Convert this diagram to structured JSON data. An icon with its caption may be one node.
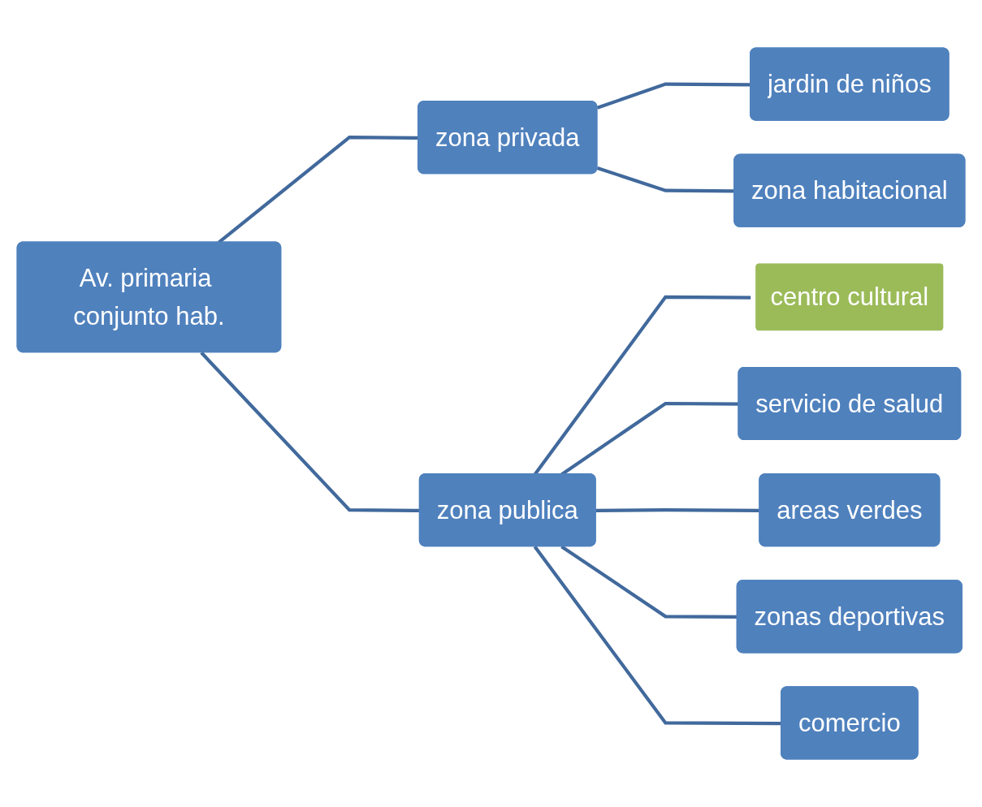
{
  "diagram": {
    "nodes": [
      {
        "text": [
          "Av. primaria conjunto hab."
        ]
      },
      {
        "text": [
          "zona privada"
        ]
      },
      {
        "text": [
          "jardin de niños"
        ]
      },
      {
        "text": [
          "zona habitacional"
        ]
      },
      {
        "text": [
          "centro cultural"
        ]
      },
      {
        "text": [
          "servicio de salud"
        ]
      },
      {
        "text": [
          "areas verdes"
        ]
      },
      {
        "text": [
          "zona publica"
        ]
      },
      {
        "text": [
          "zonas deportivas"
        ]
      },
      {
        "text": [
          "comercio"
        ]
      }
    ],
    "edges": [
      {
        "from": 0,
        "to": 1,
        "arrow": "none"
      },
      {
        "from": 0,
        "to": 7,
        "arrow": "none"
      },
      {
        "from": 1,
        "to": 2,
        "arrow": "none"
      },
      {
        "from": 1,
        "to": 3,
        "arrow": "none"
      },
      {
        "from": 7,
        "to": 4,
        "arrow": "none"
      },
      {
        "from": 7,
        "to": 5,
        "arrow": "none"
      },
      {
        "from": 7,
        "to": 6,
        "arrow": "none"
      },
      {
        "from": 7,
        "to": 8,
        "arrow": "none"
      },
      {
        "from": 7,
        "to": 9,
        "arrow": "none"
      }
    ]
  }
}
